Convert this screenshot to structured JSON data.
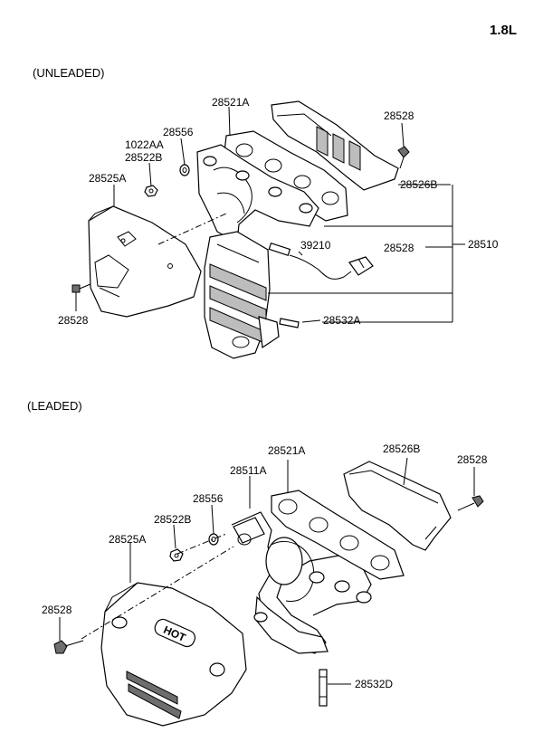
{
  "engine": "1.8L",
  "unleaded": {
    "title": "(UNLEADED)",
    "labels": {
      "p28521A": "28521A",
      "p28556": "28556",
      "p1022AA": "1022AA",
      "p28522B": "28522B",
      "p28525A": "28525A",
      "p28528_top": "28528",
      "p28526B": "28526B",
      "p39210": "39210",
      "p28528_mid": "28528",
      "p28510": "28510",
      "p28532A": "28532A",
      "p28528_left": "28528"
    }
  },
  "leaded": {
    "title": "(LEADED)",
    "labels": {
      "p28521A": "28521A",
      "p28526B": "28526B",
      "p28528_right": "28528",
      "p28511A": "28511A",
      "p28556": "28556",
      "p28522B": "28522B",
      "p28525A": "28525A",
      "p28528_left": "28528",
      "p28532D": "28532D"
    },
    "shield_text": "HOT"
  }
}
